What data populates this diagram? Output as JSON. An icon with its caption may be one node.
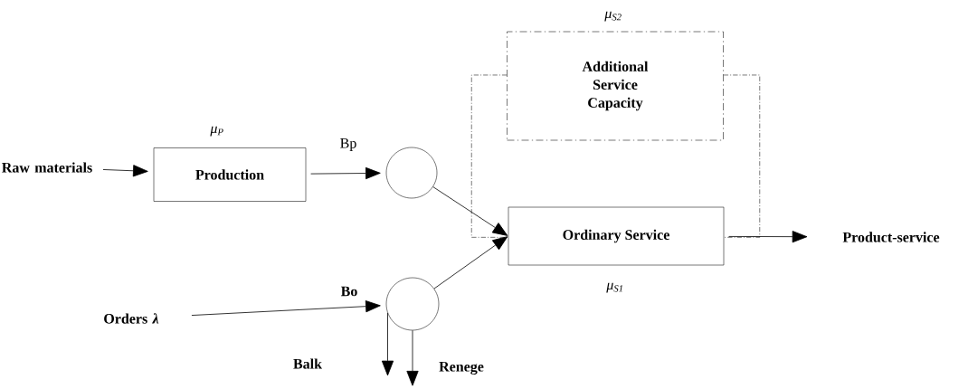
{
  "diagram": {
    "nodes": [
      {
        "text": [
          "Raw materials"
        ]
      },
      {
        "text": [
          "Production"
        ],
        "beside": [
          "μ$_{P}$"
        ]
      },
      {
        "text": [],
        "shape": "circle",
        "beside": [
          "Bp"
        ]
      },
      {
        "text": [
          "Orders *λ*"
        ]
      },
      {
        "text": [],
        "shape": "circle",
        "beside": [
          "Bo"
        ]
      },
      {
        "text": [
          "Additional Service Capacity"
        ],
        "beside": [
          "μ$_{S2}$"
        ]
      },
      {
        "text": [
          "Ordinary Service"
        ],
        "beside": [
          "μ$_{S1}$"
        ]
      },
      {
        "text": [
          "Product-service"
        ]
      }
    ],
    "edges": [
      {
        "from": 0,
        "to": 1,
        "arrow": "to"
      },
      {
        "from": 1,
        "to": 2,
        "arrow": "to"
      },
      {
        "from": 2,
        "to": 6,
        "arrow": "to"
      },
      {
        "from": 3,
        "to": 4,
        "arrow": "to"
      },
      {
        "from": 4,
        "to": 6,
        "arrow": "to"
      },
      {
        "from": 4,
        "to": null,
        "arrow": "to",
        "label": "Balk"
      },
      {
        "from": 4,
        "to": null,
        "arrow": "to",
        "label": "Renege"
      },
      {
        "from": 5,
        "to": 6,
        "arrow": "none",
        "style": "dashed"
      },
      {
        "from": 5,
        "to": 6,
        "arrow": "none",
        "style": "dashed"
      },
      {
        "from": 6,
        "to": 7,
        "arrow": "to"
      }
    ]
  }
}
